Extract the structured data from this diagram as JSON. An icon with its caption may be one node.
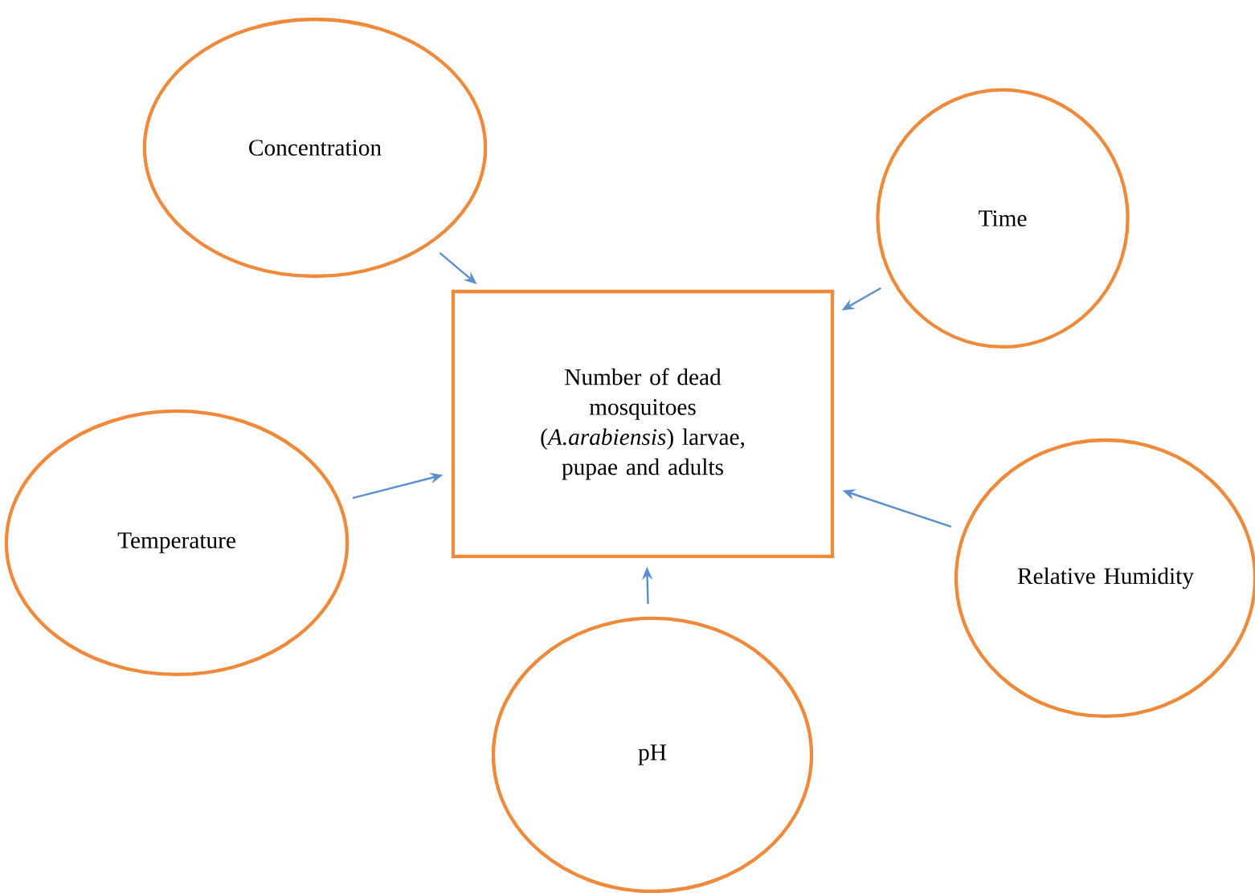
{
  "diagram": {
    "nodes": [
      {
        "text": [
          "Concentration"
        ]
      },
      {
        "text": [
          "Time"
        ]
      },
      {
        "text": [
          "Number of dead mosquitoes (*A.arabiensis*) larvae, pupae and adults"
        ]
      },
      {
        "text": [
          "Temperature"
        ]
      },
      {
        "text": [
          "Relative Humidity"
        ]
      },
      {
        "text": [
          "pH"
        ]
      }
    ],
    "edges": [
      {
        "from": 0,
        "to": 2,
        "arrow": "to"
      },
      {
        "from": 1,
        "to": 2,
        "arrow": "to"
      },
      {
        "from": 3,
        "to": 2,
        "arrow": "to"
      },
      {
        "from": 4,
        "to": 2,
        "arrow": "to"
      },
      {
        "from": 5,
        "to": 2,
        "arrow": "to"
      }
    ]
  }
}
